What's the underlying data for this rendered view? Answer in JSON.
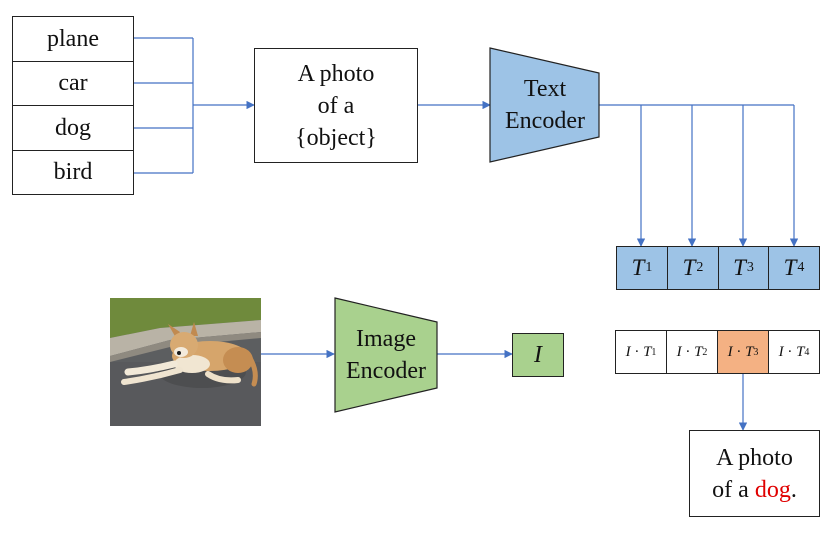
{
  "classes": [
    "plane",
    "car",
    "dog",
    "bird"
  ],
  "prompt": {
    "line1": "A photo",
    "line2": "of a",
    "line3": "{object}"
  },
  "text_encoder": {
    "line1": "Text",
    "line2": "Encoder"
  },
  "image_encoder": {
    "line1": "Image",
    "line2": "Encoder"
  },
  "text_embeddings": [
    {
      "sym": "T",
      "sub": "1"
    },
    {
      "sym": "T",
      "sub": "2"
    },
    {
      "sym": "T",
      "sub": "3"
    },
    {
      "sym": "T",
      "sub": "4"
    }
  ],
  "image_embedding": "I",
  "dot_products": [
    {
      "a": "I",
      "op": "·",
      "b": "T",
      "sub": "1",
      "highlight": false
    },
    {
      "a": "I",
      "op": "·",
      "b": "T",
      "sub": "2",
      "highlight": false
    },
    {
      "a": "I",
      "op": "·",
      "b": "T",
      "sub": "3",
      "highlight": true
    },
    {
      "a": "I",
      "op": "·",
      "b": "T",
      "sub": "4",
      "highlight": false
    }
  ],
  "result": {
    "line1": "A photo",
    "line2_prefix": "of a ",
    "highlight_word": "dog",
    "line2_suffix": "."
  },
  "colors": {
    "wire": "#4472c4",
    "text_encoder_fill": "#9dc3e6",
    "image_encoder_fill": "#a9d18e",
    "text_embedding_fill": "#9dc3e6",
    "image_embedding_fill": "#a9d18e",
    "selected_fill": "#f4b183",
    "highlight_text": "#e00000"
  }
}
